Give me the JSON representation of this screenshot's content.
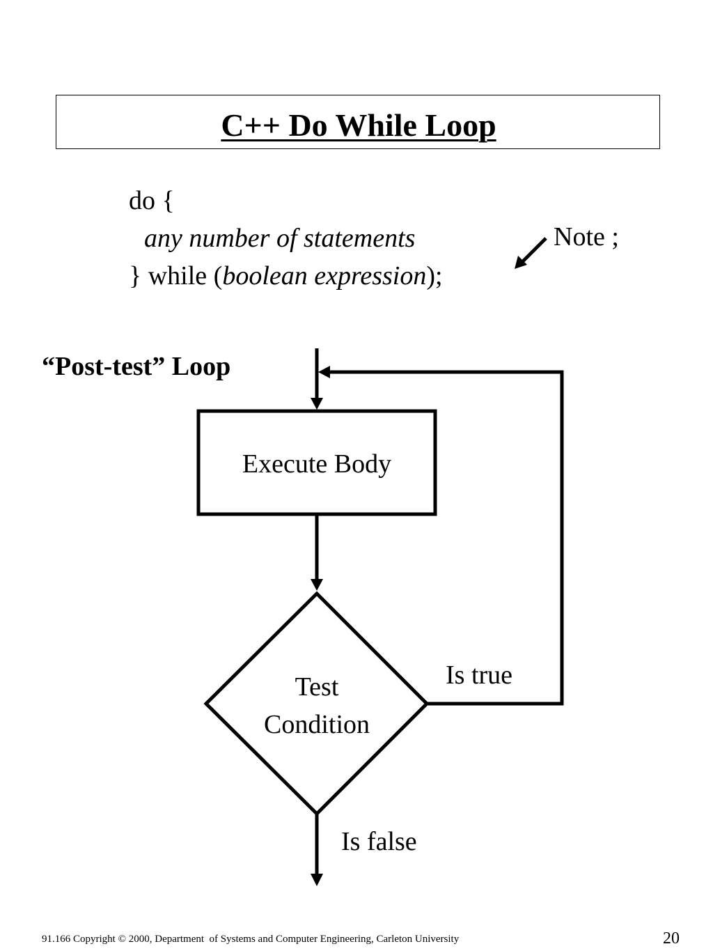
{
  "title": "C++ Do While Loop",
  "code": {
    "line1": "do {",
    "line2": "any number of statements",
    "line3_prefix": "} while (",
    "line3_expr": "boolean expression",
    "line3_suffix": ");"
  },
  "note": "Note ;",
  "loop_type": "“Post-test” Loop",
  "flowchart": {
    "body_box": "Execute Body",
    "condition_line1": "Test",
    "condition_line2": "Condition",
    "true_label": "Is true",
    "false_label": "Is false"
  },
  "footer": {
    "copyright": "91.166 Copyright © 2000, Department  of Systems and Computer Engineering, Carleton University",
    "page_number": "20"
  },
  "icons": [
    "arrow-icon"
  ]
}
